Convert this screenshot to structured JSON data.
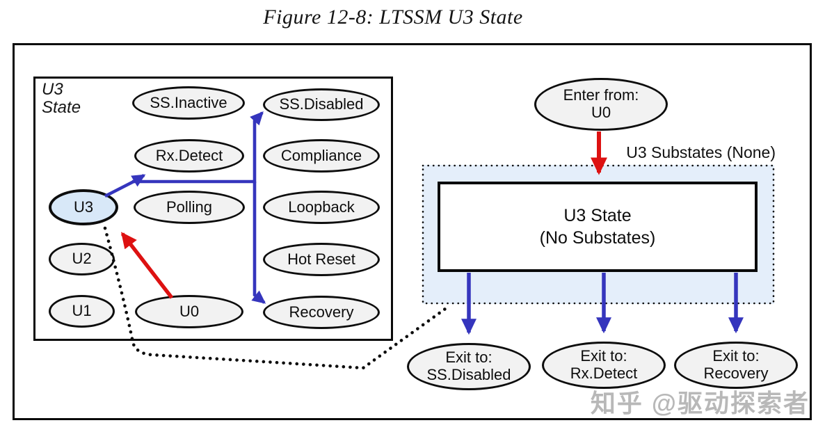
{
  "figure_title": "Figure 12-8: LTSSM U3 State",
  "colors": {
    "arrow_blue": "#3535bd",
    "arrow_red": "#dd1111",
    "dot_black": "#0d0d0d",
    "oval_fill": "#f2f2f2",
    "u3_highlight_fill": "#d8e8f8",
    "substates_fill": "#e4eefa",
    "watermark_gray": "#b8b8b8"
  },
  "left_box": {
    "label_line1": "U3",
    "label_line2": "State",
    "ovals": [
      {
        "label": "SS.Inactive"
      },
      {
        "label": "SS.Disabled"
      },
      {
        "label": "Rx.Detect"
      },
      {
        "label": "Compliance"
      },
      {
        "label": "U3",
        "highlighted": true
      },
      {
        "label": "Polling"
      },
      {
        "label": "Loopback"
      },
      {
        "label": "U2"
      },
      {
        "label": "Hot Reset"
      },
      {
        "label": "U1"
      },
      {
        "label": "U0"
      },
      {
        "label": "Recovery"
      }
    ]
  },
  "right_panel": {
    "enter_oval": {
      "line1": "Enter from:",
      "line2": "U0"
    },
    "substates_label": "U3 Substates (None)",
    "state_box": {
      "line1": "U3 State",
      "line2": "(No Substates)"
    },
    "exit_ovals": [
      {
        "line1": "Exit to:",
        "line2": "SS.Disabled"
      },
      {
        "line1": "Exit to:",
        "line2": "Rx.Detect"
      },
      {
        "line1": "Exit to:",
        "line2": "Recovery"
      }
    ]
  },
  "watermark": "知乎 @驱动探索者"
}
